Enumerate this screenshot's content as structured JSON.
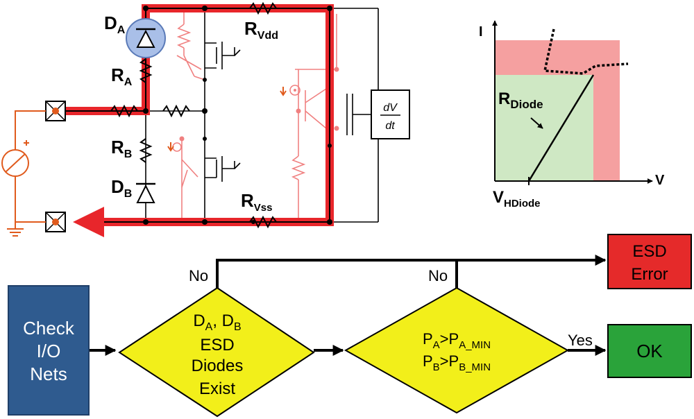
{
  "circuit": {
    "labels": {
      "da": {
        "main": "D",
        "sub": "A"
      },
      "ra": {
        "main": "R",
        "sub": "A"
      },
      "rb": {
        "main": "R",
        "sub": "B"
      },
      "db": {
        "main": "D",
        "sub": "B"
      },
      "rvdd": {
        "main": "R",
        "sub": "Vdd"
      },
      "rvss": {
        "main": "R",
        "sub": "Vss"
      }
    },
    "dvdt": {
      "num": "dV",
      "den": "dt"
    },
    "colors": {
      "highlight": "#e8262b",
      "faded": "#f08080",
      "wire": "#000000",
      "source": "#e05a1c",
      "diode_fill": "#a9bfe8"
    }
  },
  "iv_plot": {
    "y_axis": "I",
    "x_axis": "V",
    "r_label": {
      "main": "R",
      "sub": "Diode"
    },
    "v_label": {
      "main": "V",
      "sub": "HDiode"
    },
    "colors": {
      "green": "#cfe8c4",
      "pink": "#f5a0a0"
    }
  },
  "flowchart": {
    "check": {
      "lines": [
        "Check",
        "I/O",
        "Nets"
      ],
      "color": "#2f5b8f"
    },
    "diamond1": {
      "l1a": "D",
      "l1as": "A",
      "l1sep": ", D",
      "l1bs": "B",
      "l2": "ESD",
      "l3": "Diodes",
      "l4": "Exist"
    },
    "diamond2": {
      "pa": "P",
      "pas": "A",
      "gt": ">P",
      "pamin": "A_MIN",
      "pb": "P",
      "pbs": "B",
      "pbmin": "B_MIN"
    },
    "no1": "No",
    "no2": "No",
    "yes": "Yes",
    "error_box": {
      "lines": [
        "ESD",
        "Error"
      ],
      "color": "#e52a2a"
    },
    "ok_box": {
      "label": "OK",
      "color": "#2aa33a"
    },
    "diamond_color": "#f2ef1a"
  }
}
